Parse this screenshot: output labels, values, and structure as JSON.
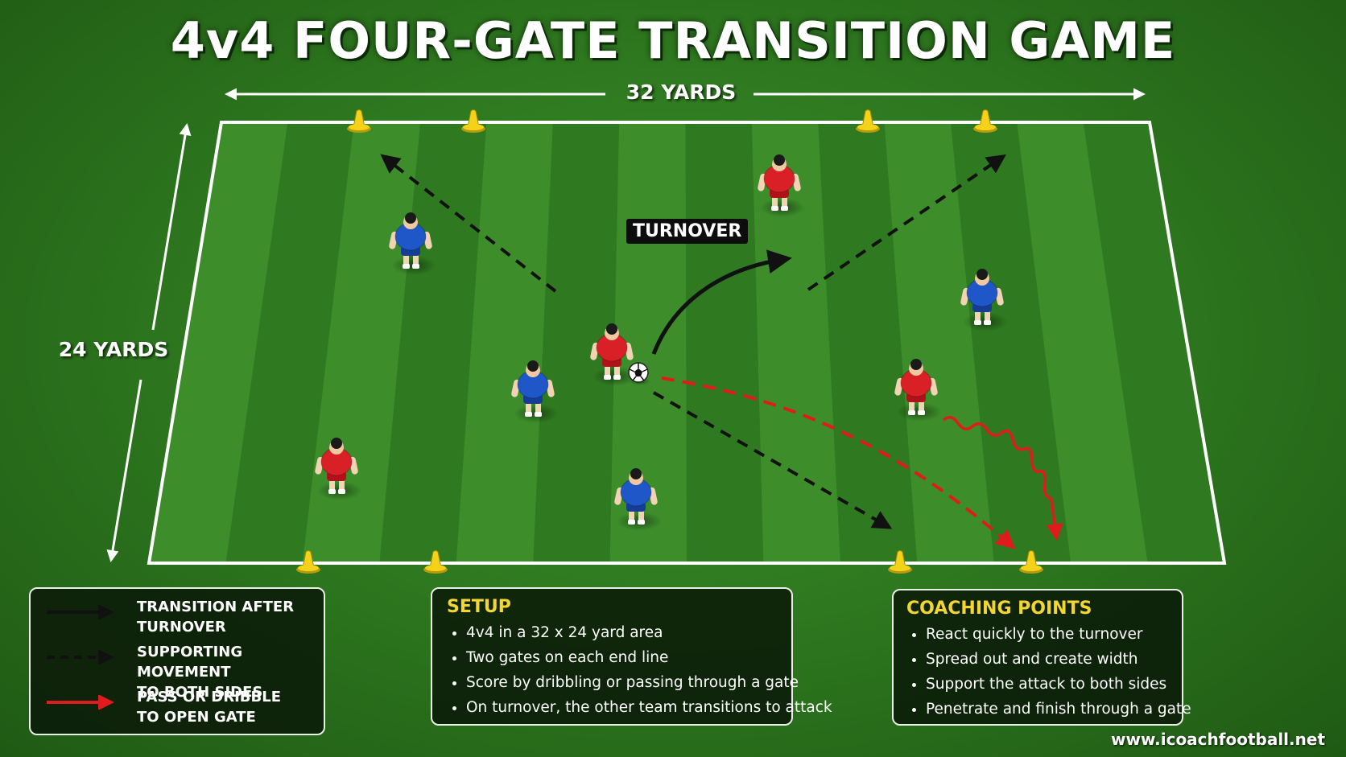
{
  "title": "4v4 FOUR-GATE TRANSITION GAME",
  "dimensions": {
    "width_label": "32 YARDS",
    "height_label": "24 YARDS"
  },
  "turnover_label": "TURNOVER",
  "colors": {
    "red_team": "#d92027",
    "blue_team": "#1f56c8",
    "cone": "#f4d21a",
    "pitch_dark": "#2f7a20",
    "pitch_light": "#3d8e2b",
    "accent": "#f4d632"
  },
  "legend": [
    {
      "style": "solid-black",
      "text": "TRANSITION AFTER\nTURNOVER"
    },
    {
      "style": "dashed-black",
      "text": "SUPPORTING MOVEMENT\nTO BOTH SIDES"
    },
    {
      "style": "solid-red",
      "text": "PASS OR DRIBBLE\nTO OPEN GATE"
    }
  ],
  "setup": {
    "heading": "SETUP",
    "items": [
      "4v4 in a 32 x 24 yard area",
      "Two gates on each end line",
      "Score by dribbling or passing through a gate",
      "On turnover, the other team transitions to attack"
    ]
  },
  "coaching": {
    "heading": "COACHING POINTS",
    "items": [
      "React quickly to the turnover",
      "Spread out and create width",
      "Support the attack to both sides",
      "Penetrate and finish through a gate"
    ]
  },
  "footer": "www.icoachfootball.net"
}
